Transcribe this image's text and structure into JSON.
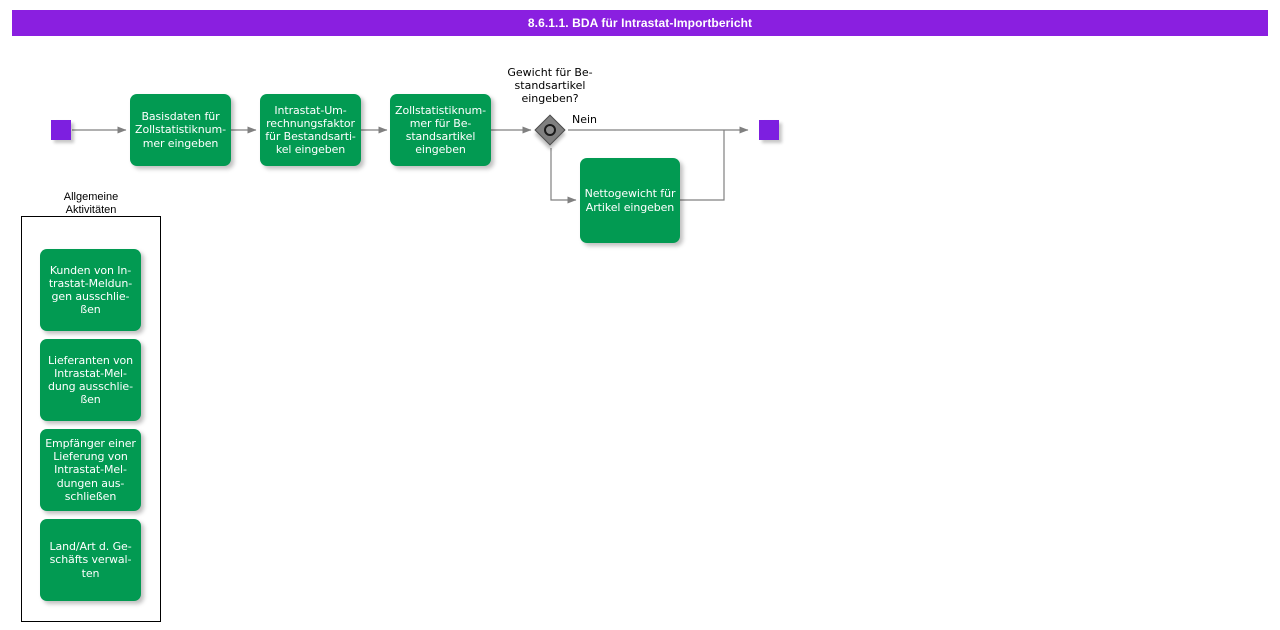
{
  "window": {
    "title": "8.6.1.1. BDA für Intrastat-Importbericht",
    "title_bar_color": "#8a1fe0"
  },
  "colors": {
    "accent_purple": "#7d1fe0",
    "activity_green": "#029a52",
    "gateway_gray": "#808080",
    "connector_gray": "#808080",
    "text_white": "#ffffff",
    "text_black": "#000000"
  },
  "diagram": {
    "type": "bpmn-process-flow",
    "start_node": {
      "name": "start-event",
      "shape": "square",
      "color": "#7d1fe0"
    },
    "end_node": {
      "name": "end-event",
      "shape": "square",
      "color": "#7d1fe0"
    },
    "main_flow": [
      {
        "id": "act-1",
        "label": "Basisdaten für\nZollstatistiknum-\nmer eingeben"
      },
      {
        "id": "act-2",
        "label": "Intrastat-Um-\nrechnungsfaktor\nfür Bestandsarti-\nkel eingeben"
      },
      {
        "id": "act-3",
        "label": "Zollstatistiknum-\nmer für Be-\nstandsartikel\neingeben"
      }
    ],
    "gateway": {
      "id": "gw-1",
      "label": "Gewicht für Be-\nstandsartikel\neingeben?",
      "type": "inclusive-or",
      "branches": [
        {
          "label": "Nein",
          "target": "end-event"
        },
        {
          "label": "",
          "target": "act-4"
        }
      ]
    },
    "branch_activity": {
      "id": "act-4",
      "label": "Nettogewicht für\nArtikel eingeben"
    }
  },
  "group": {
    "title": "Allgemeine\nAktivitäten",
    "items": [
      {
        "id": "gen-1",
        "label": "Kunden von In-\ntrastat-Meldun-\ngen ausschlie-\nßen"
      },
      {
        "id": "gen-2",
        "label": "Lieferanten von\nIntrastat-Mel-\ndung ausschlie-\nßen"
      },
      {
        "id": "gen-3",
        "label": "Empfänger einer\nLieferung von\nIntrastat-Mel-\ndungen aus-\nschließen"
      },
      {
        "id": "gen-4",
        "label": "Land/Art d. Ge-\nschäfts verwal-\nten"
      }
    ]
  }
}
